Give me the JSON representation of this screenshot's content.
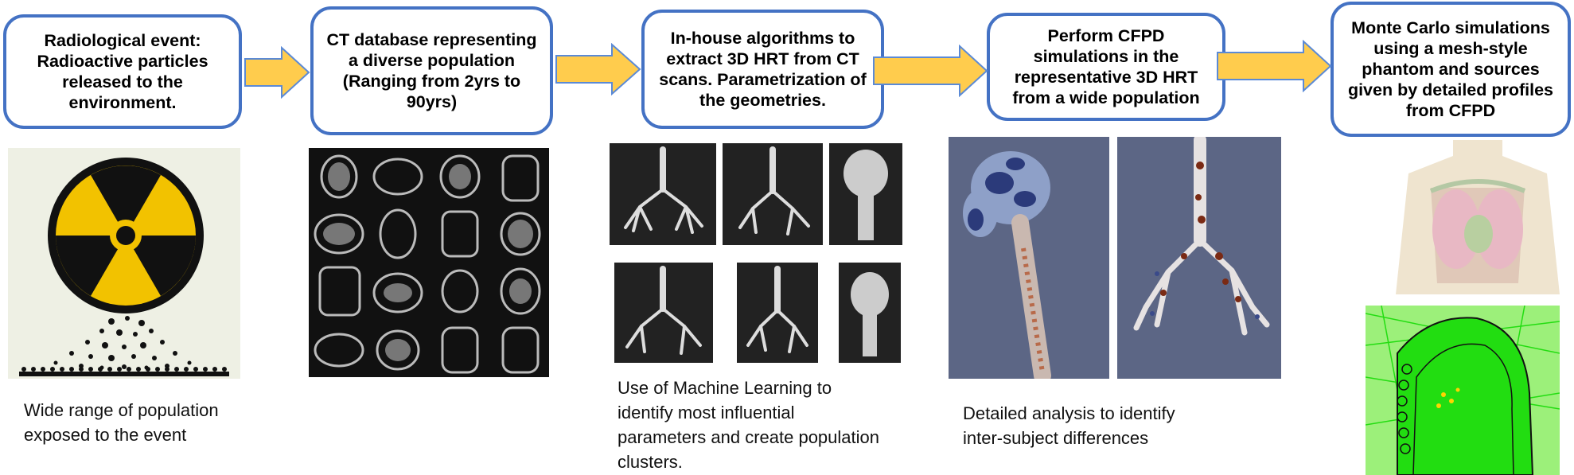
{
  "steps": [
    {
      "text": "Radiological event: Radioactive particles released to the environment."
    },
    {
      "text": "CT database representing a diverse population (Ranging from 2yrs to 90yrs)"
    },
    {
      "text": "In-house algorithms to extract 3D HRT from CT scans. Parametrization of the geometries."
    },
    {
      "text": "Perform CFPD simulations in the representative 3D HRT from a wide population"
    },
    {
      "text": "Monte Carlo simulations using a mesh-style phantom and sources given by detailed profiles from CFPD"
    }
  ],
  "captions": {
    "population": "Wide range of population exposed to the event",
    "ml": "Use of Machine Learning to identify most influential parameters and create population clusters.",
    "analysis": "Detailed analysis to identify inter-subject differences"
  },
  "colors": {
    "box_border": "#4472c4",
    "arrow_fill": "#ffcc4d",
    "arrow_stroke": "#5b8ad6",
    "radiation_yellow": "#f2c200",
    "phantom_green": "#22dd11",
    "sim_background": "#5c6685"
  },
  "icons": [
    "radiation-icon",
    "crowd-icon",
    "ct-scan-grid",
    "airway-tree-model",
    "cfpd-particle-deposition",
    "body-phantom",
    "monte-carlo-mesh"
  ]
}
